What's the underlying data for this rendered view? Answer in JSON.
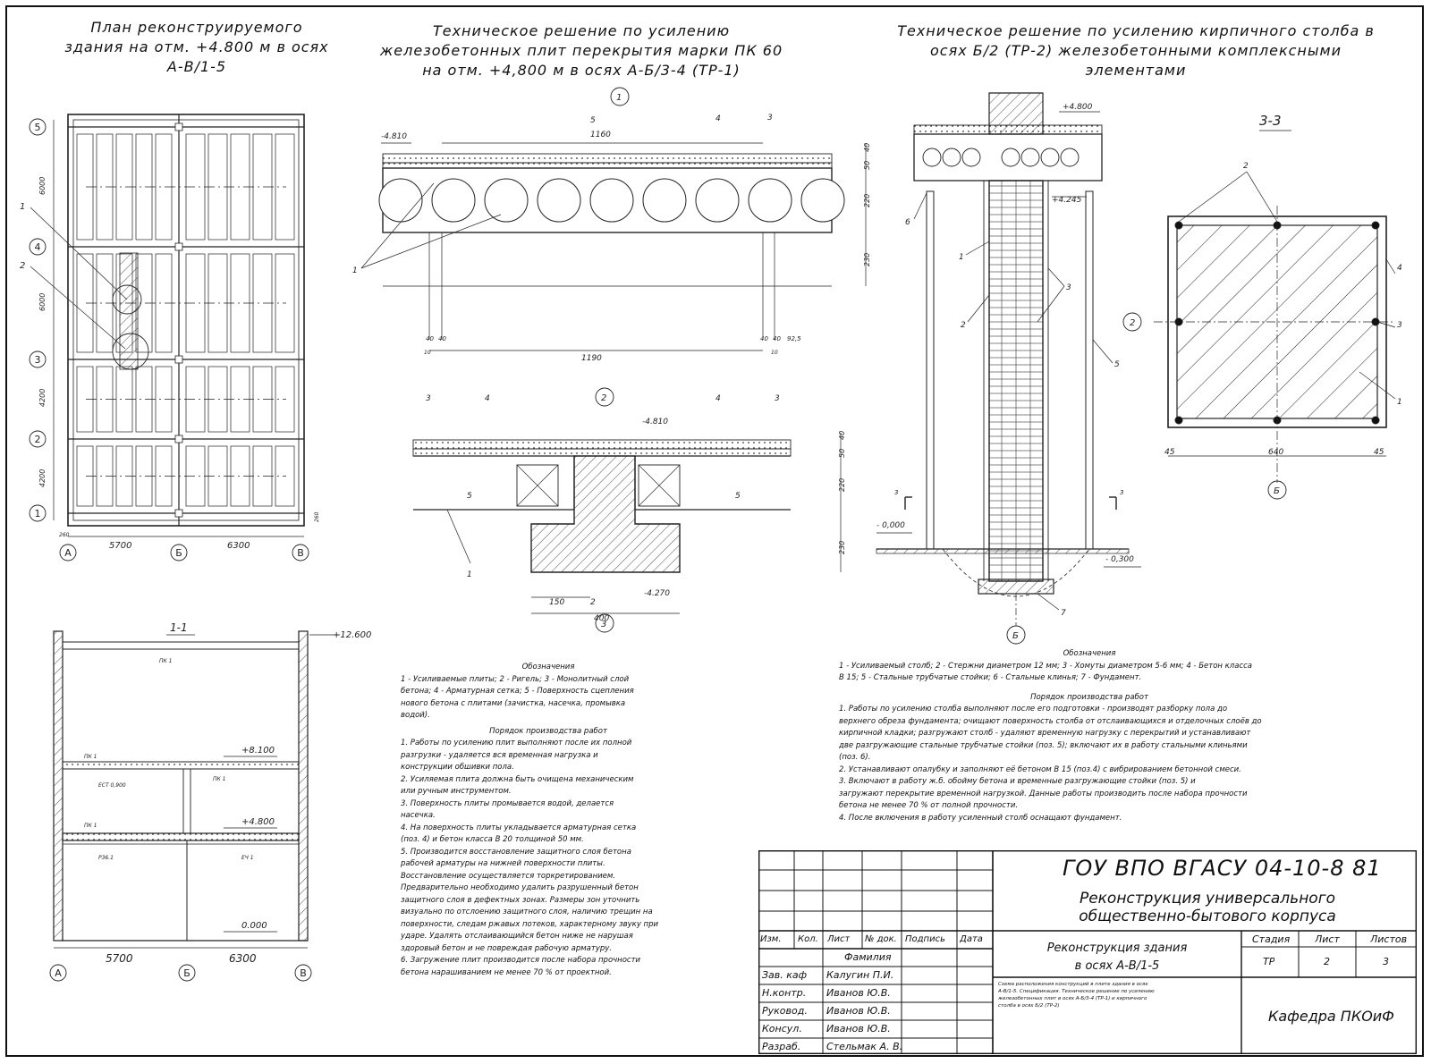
{
  "titles": {
    "plan": [
      "План реконструируемого",
      "здания на отм. +4.800 м в осях",
      "А-В/1-5"
    ],
    "slab": [
      "Техническое решение по усилению",
      "железобетонных плит перекрытия марки ПК 60",
      "на отм. +4,800 м в осях А-Б/3-4 (ТР-1)"
    ],
    "column": [
      "Техническое решение по усилению кирпичного столба в",
      "осях Б/2 (ТР-2) железобетонными комплексными",
      "элементами"
    ],
    "section11": "1-1",
    "section33": "3-3"
  },
  "plan": {
    "row_axes": [
      "5",
      "4",
      "3",
      "2",
      "1"
    ],
    "col_axes": [
      "А",
      "Б",
      "В"
    ],
    "spans": [
      "5700",
      "6300"
    ],
    "row_dims": [
      "6000",
      "6000",
      "4200",
      "4200"
    ],
    "leaders": [
      "1",
      "2"
    ],
    "edge_dims": [
      "260",
      "260"
    ]
  },
  "slab": {
    "node1": "1",
    "node2": "2",
    "node3": "3",
    "top_dim": "1160",
    "bottom_dim": "1190",
    "level_top": "-4.810",
    "level_node2": "-4.810",
    "level_node2_bottom": "-4.270",
    "layer_dims": [
      "40",
      "50",
      "220",
      "230"
    ],
    "leaders": [
      "5",
      "4",
      "3",
      "1"
    ],
    "node2_leaders": [
      "3",
      "4",
      "4",
      "3",
      "5",
      "5",
      "1",
      "2"
    ],
    "small_dims": [
      "40",
      "40",
      "40",
      "40",
      "10",
      "10",
      "92,5"
    ],
    "node2_dims": [
      "150",
      "400"
    ]
  },
  "column": {
    "level_top": "+4.800",
    "level_mid": "+4.245",
    "level_zero": "- 0,000",
    "level_bottom": "- 0,300",
    "axis": "Б",
    "leaders": [
      "6",
      "1",
      "2",
      "3",
      "5",
      "7"
    ],
    "cut_marks": [
      "3",
      "3"
    ]
  },
  "sec33": {
    "axes": [
      "2",
      "Б"
    ],
    "leaders": [
      "2",
      "4",
      "3",
      "1"
    ],
    "dims": [
      "45",
      "640",
      "45"
    ]
  },
  "section11": {
    "levels": [
      "+12.600",
      "+8.100",
      "+4.800",
      "0.000"
    ],
    "spans": [
      "5700",
      "6300"
    ],
    "axes": [
      "А",
      "Б",
      "В"
    ],
    "marks": [
      "ПК 1",
      "ПК 1",
      "ПК 1",
      "ПК 1",
      "ЕСТ 0,900",
      "Р36.1",
      "ЕЧ 1"
    ]
  },
  "notes_left": {
    "title": "Обозначения",
    "legend": [
      "1 - Усиливаемые плиты; 2 - Ригель; 3 - Монолитный слой",
      "бетона; 4 - Арматурная сетка; 5 - Поверхность сцепления",
      "нового бетона с плитами (зачистка, насечка, промывка",
      "водой)."
    ],
    "order_title": "Порядок производства работ",
    "order": [
      "1. Работы по усилению плит выполняют после их полной",
      "разгрузки - удаляется вся временная нагрузка и",
      "конструкции обшивки пола.",
      "2. Усиляемая плита должна быть очищена механическим",
      "или ручным инструментом.",
      "3. Поверхность плиты промывается водой, делается",
      "насечка.",
      "4. На поверхность плиты укладывается арматурная сетка",
      "(поз. 4) и бетон класса В 20 толщиной 50 мм.",
      "5. Производится восстановление защитного слоя бетона",
      "рабочей арматуры на нижней поверхности плиты.",
      "Восстановление осуществляется торкретированием.",
      "Предварительно необходимо удалить разрушенный бетон",
      "защитного слоя в дефектных зонах. Размеры зон уточнить",
      "визуально по отслоению защитного слоя, наличию трещин на",
      "поверхности, следам ржавых потеков, характерному звуку при",
      "ударе. Удалять отслаивающийся бетон ниже не нарушая",
      "здоровый бетон и не повреждая рабочую арматуру.",
      "6. Загружение плит производится после набора прочности",
      "бетона нарашиванием не менее 70 % от проектной."
    ]
  },
  "notes_right": {
    "title": "Обозначения",
    "legend": [
      "1 - Усиливаемый столб; 2 - Стержни диаметром 12 мм; 3 - Хомуты диаметром 5-6 мм; 4 - Бетон класса",
      "В 15; 5 - Стальные трубчатые стойки; 6 - Стальные клинья;     7 - Фундамент."
    ],
    "order_title": "Порядок производства работ",
    "order": [
      "1. Работы по усилению столба выполняют после его подготовки - производят разборку пола до",
      "верхнего обреза фундамента; очищают поверхность столба от отслаивающихся и отделочных слоёв до",
      "кирпичной кладки; разгружают столб - удаляют временную нагрузку с перекрытий и устанавливают",
      "две разгружающие стальные трубчатые стойки (поз. 5); включают их в работу стальными клиньями",
      "(поз. 6).",
      "2. Устанавливают опалубку и заполняют её бетоном В 15 (поз.4) с вибрированием бетонной смеси.",
      "3. Включают в работу ж.б. обойму бетона и временные разгружающие стойки (поз. 5) и",
      "загружают перекрытие временной нагрузкой. Данные работы производить после набора прочности",
      "бетона не менее 70 %  от  полной прочности.",
      "4. После включения в работу усиленный столб оснащают фундамент."
    ]
  },
  "stamp": {
    "code": "ГОУ ВПО ВГАСУ 04-10-8 81",
    "project": [
      "Реконструкция универсального",
      "общественно-бытового корпуса"
    ],
    "sheet_title": [
      "Реконструкция здания",
      "в осях А-В/1-5"
    ],
    "sheet_desc": [
      "Схема расположения конструкций в плите здания в осях",
      "А-В/1-5. Спецификация. Техническое решение по усилению",
      "железобетонных плит в осях А-Б/3-4 (ТР-1) и кирпичного",
      "столба в осях Б/2 (ТР-2)"
    ],
    "dept": "Кафедра ПКОиФ",
    "head": [
      "Изм.",
      "Кол.",
      "Лист",
      "№ док.",
      "Подпись",
      "Дата"
    ],
    "family": "Фамилия",
    "roles": [
      "Зав. каф",
      "Н.контр.",
      "Руковод.",
      "Консул.",
      "Разраб."
    ],
    "names": [
      "Калугин П.И.",
      "Иванов Ю.В.",
      "Иванов Ю.В.",
      "Иванов Ю.В.",
      "Стельмак А. В."
    ],
    "stage_head": [
      "Стадия",
      "Лист",
      "Листов"
    ],
    "stage_vals": [
      "ТР",
      "2",
      "3"
    ]
  }
}
